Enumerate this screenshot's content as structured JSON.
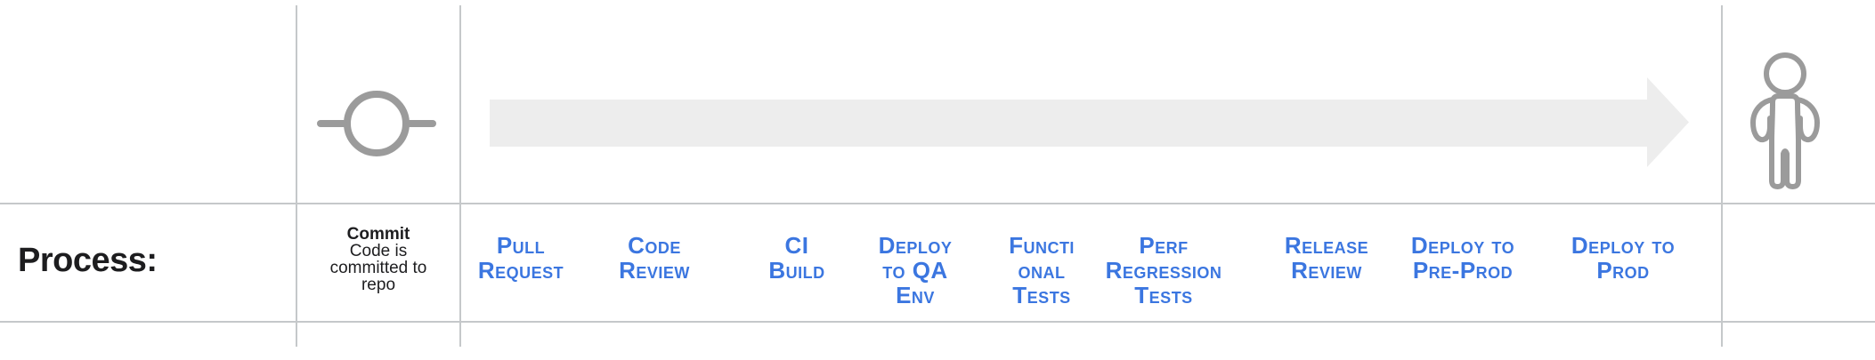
{
  "header": {
    "row_label": "Process:"
  },
  "commit": {
    "title": "Commit",
    "description": "Code is committed to repo"
  },
  "steps": [
    {
      "lines": [
        "Pull",
        "Request"
      ]
    },
    {
      "lines": [
        "Code",
        "Review"
      ]
    },
    {
      "lines": [
        "CI",
        "Build"
      ]
    },
    {
      "lines": [
        "Deploy",
        "to QA",
        "Env"
      ]
    },
    {
      "lines": [
        "Functi",
        "onal",
        "Tests"
      ]
    },
    {
      "lines": [
        "Perf",
        "Regression",
        "Tests"
      ]
    },
    {
      "lines": [
        "Release",
        "Review"
      ]
    },
    {
      "lines": [
        "Deploy to",
        "Pre-Prod"
      ]
    },
    {
      "lines": [
        "Deploy to",
        "Prod"
      ]
    }
  ],
  "icons": {
    "commit": "commit-node-icon",
    "flow": "arrow-right-icon",
    "person": "person-icon"
  },
  "colors": {
    "step_blue": "#3b76e0",
    "icon_gray": "#9b9b9b",
    "arrow_gray": "#ededed",
    "grid_gray": "#c5c8ca",
    "ink": "#1d1d1f"
  }
}
